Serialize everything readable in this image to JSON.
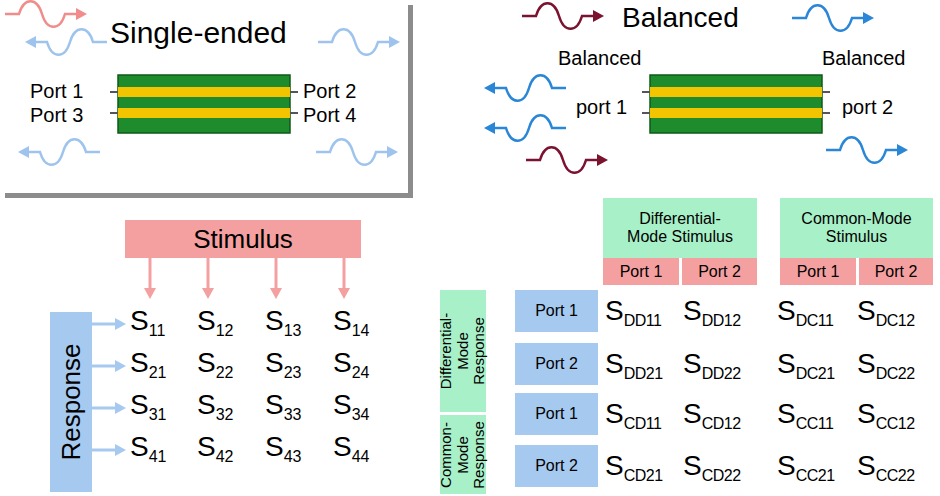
{
  "diagram": {
    "nodes": [
      {
        "text": [
          "Single-ended"
        ]
      },
      {
        "text": [
          "Stimulus"
        ]
      },
      {
        "text": [
          "Response"
        ]
      },
      {
        "text": [
          "Differential-Mode Stimulus"
        ]
      },
      {
        "text": [
          "Common-Mode Stimulus"
        ]
      },
      {
        "text": [
          "Port 1"
        ]
      },
      {
        "text": [
          "Port 2"
        ]
      },
      {
        "text": [
          "Port 1"
        ]
      },
      {
        "text": [
          "Port 2"
        ]
      },
      {
        "text": [
          "Differential-Mode Response"
        ]
      },
      {
        "text": [
          "Port 1"
        ]
      },
      {
        "text": [
          "Port 2"
        ]
      },
      {
        "text": [
          "Common-Mode Response"
        ]
      },
      {
        "text": [
          "Port 1"
        ]
      },
      {
        "text": [
          "Port 2"
        ]
      }
    ],
    "labels": [
      "Port 1",
      "Port 3",
      "Port 2",
      "Port 4",
      "Balanced",
      "Balanced",
      "port 1",
      "Balanced",
      "port 2",
      "S11",
      "S12",
      "S13",
      "S14",
      "S21",
      "S22",
      "S23",
      "S24",
      "S31",
      "S32",
      "S33",
      "S34",
      "S41",
      "S42",
      "S43",
      "S44",
      "SDD11",
      "SDD12",
      "SDC11",
      "SDC12",
      "SDD21",
      "SDD22",
      "SDC21",
      "SDC22",
      "SCD11",
      "SCD12",
      "SCC11",
      "SCC12",
      "SCD21",
      "SCD22",
      "SCC21",
      "SCC22"
    ]
  }
}
